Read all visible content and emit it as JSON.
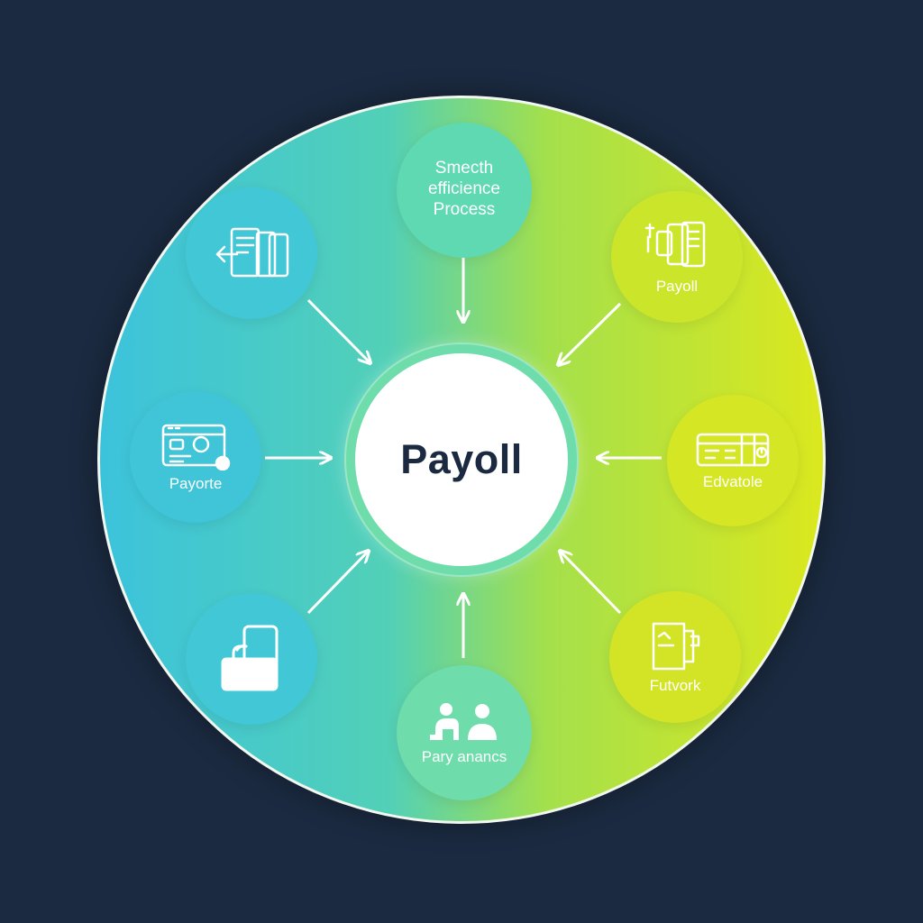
{
  "diagram": {
    "center_label": "Payoll",
    "nodes": [
      {
        "id": "top",
        "label": "Smecth efficience Process",
        "lines": [
          "Smecth",
          "efficience",
          "Process"
        ],
        "icon": "none"
      },
      {
        "id": "top-right",
        "label": "Payoll",
        "icon": "devices-icon"
      },
      {
        "id": "right",
        "label": "Edvatole",
        "icon": "calendar-icon"
      },
      {
        "id": "bottom-right",
        "label": "Futvork",
        "icon": "document-icon"
      },
      {
        "id": "bottom",
        "label": "Pary anancs",
        "icon": "people-icon"
      },
      {
        "id": "bottom-left",
        "label": "",
        "icon": "briefcase-icon"
      },
      {
        "id": "left",
        "label": "Payorte",
        "icon": "id-card-icon"
      },
      {
        "id": "top-left",
        "label": "",
        "icon": "documents-icon"
      }
    ],
    "colors": {
      "background": "#1b2a40",
      "gradient_left": "#3cc3dc",
      "gradient_right": "#dbe81e",
      "center_ring": "#6fdcab",
      "center_text": "#1b2a40"
    }
  }
}
